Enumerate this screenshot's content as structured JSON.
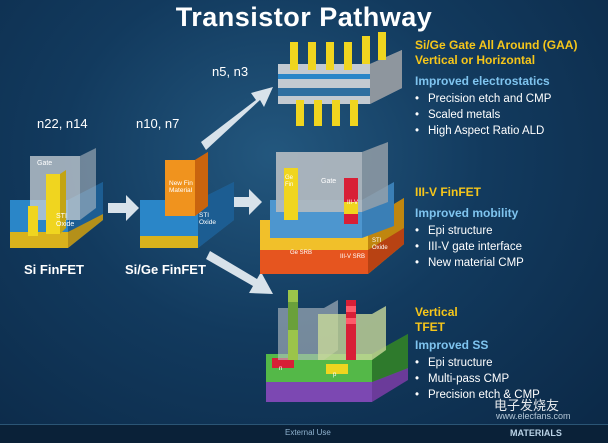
{
  "title": "Transistor Pathway",
  "nodes": {
    "left": "n22, n14",
    "middle": "n10, n7",
    "top": "n5, n3"
  },
  "devices": {
    "si_finfet": "Si FinFET",
    "sige_finfet": "Si/Ge FinFET"
  },
  "device_text": {
    "si_gate": "Gate",
    "si_sti": "STI Oxide",
    "sige_fin": "New Fin Material",
    "sige_sti": "STI Oxide",
    "iii_gate": "Gate",
    "iii_ge_fin": "Ge Fin",
    "iii_iii_v": "III-V",
    "iii_sti": "STI Oxide",
    "iii_ge_sub": "Ge SRB",
    "iii_iii_v_sub": "III-V SRB",
    "tfet_n": "n",
    "tfet_p": "p"
  },
  "panels": [
    {
      "head": [
        "Si/Ge Gate All Around (GAA)",
        "Vertical or Horizontal"
      ],
      "sub": [
        "Improved electrostatics"
      ],
      "bullets": [
        "Precision etch and CMP",
        "Scaled metals",
        "High Aspect Ratio ALD"
      ]
    },
    {
      "head": [
        "III-V FinFET"
      ],
      "sub": [
        "Improved mobility"
      ],
      "bullets": [
        "Epi structure",
        "III-V gate interface",
        "New material CMP"
      ]
    },
    {
      "head": [
        "Vertical",
        "TFET"
      ],
      "sub": [
        "Improved SS"
      ],
      "bullets": [
        "Epi structure",
        "Multi-pass CMP",
        "Precision etch & CMP"
      ]
    }
  ],
  "footer": {
    "note": "External Use",
    "brand": "MATERIALS"
  },
  "watermark": {
    "text": "电子发烧友",
    "url": "www.elecfans.com"
  },
  "colors": {
    "background": "#123a5e",
    "heading": "#f6c61a",
    "subheading": "#7fc4ef",
    "arrow": "#d8e2ea"
  }
}
